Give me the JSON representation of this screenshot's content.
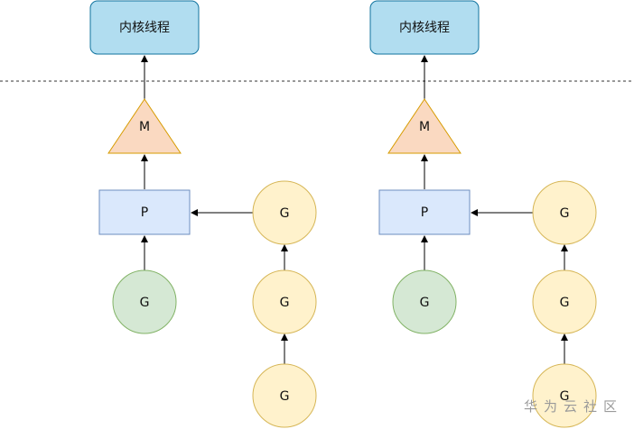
{
  "diagram": {
    "groups": [
      {
        "kernel_thread": "内核线程",
        "machine": "M",
        "processor": "P",
        "running_goroutine": "G",
        "queue": [
          "G",
          "G",
          "G"
        ]
      },
      {
        "kernel_thread": "内核线程",
        "machine": "M",
        "processor": "P",
        "running_goroutine": "G",
        "queue": [
          "G",
          "G",
          "G"
        ]
      }
    ],
    "colors": {
      "kernel_fill": "#b1ddf0",
      "kernel_stroke": "#10739e",
      "m_fill": "#fad9c1",
      "m_stroke": "#d79b00",
      "p_fill": "#dae8fc",
      "p_stroke": "#6c8ebf",
      "g_running_fill": "#d5e8d4",
      "g_running_stroke": "#82b366",
      "g_queue_fill": "#fff2cc",
      "g_queue_stroke": "#d6b656",
      "line": "#000000"
    }
  },
  "watermark": "华为云社区"
}
